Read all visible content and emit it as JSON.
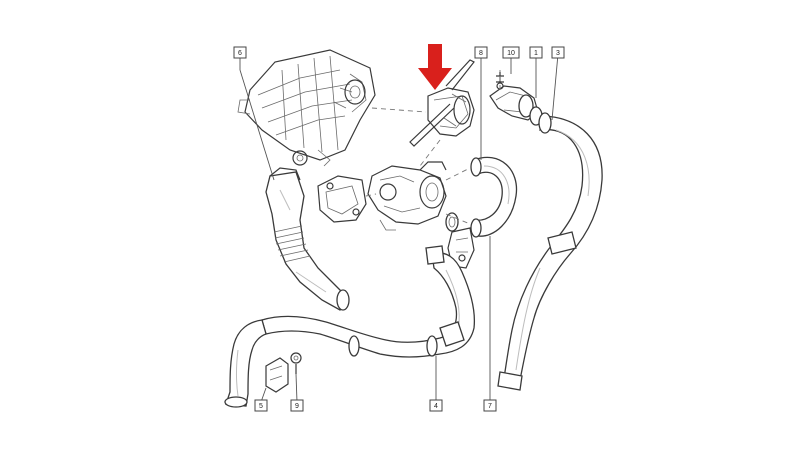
{
  "callouts": [
    {
      "id": "6",
      "label": "6"
    },
    {
      "id": "8",
      "label": "8"
    },
    {
      "id": "10",
      "label": "10"
    },
    {
      "id": "1",
      "label": "1"
    },
    {
      "id": "3",
      "label": "3"
    },
    {
      "id": "5",
      "label": "5"
    },
    {
      "id": "9",
      "label": "9"
    },
    {
      "id": "4",
      "label": "4"
    },
    {
      "id": "7",
      "label": "7"
    }
  ],
  "colors": {
    "highlight_arrow": "#d9201c",
    "line": "#3a3a3a",
    "background": "#ffffff"
  },
  "highlight": {
    "target_callout": "8",
    "icon": "down-arrow-icon"
  }
}
